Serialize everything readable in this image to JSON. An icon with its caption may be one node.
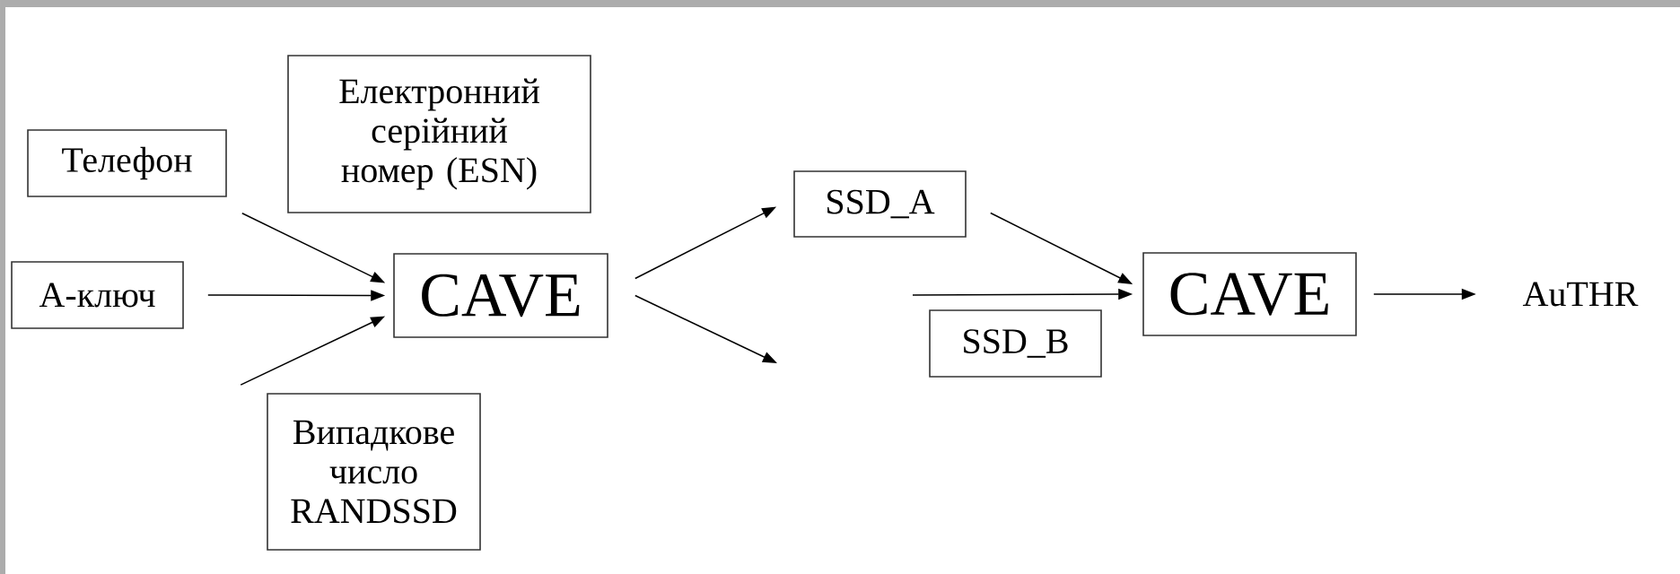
{
  "diagram": {
    "nodes": [
      {
        "text": [
          "Телефон"
        ]
      },
      {
        "text": [
          "Електронний серійний номер (ESN)"
        ]
      },
      {
        "text": [
          "А-ключ"
        ]
      },
      {
        "text": [
          "CAVE"
        ]
      },
      {
        "text": [
          "Випадкове число RANDSSD"
        ]
      },
      {
        "text": [
          "SSD_A"
        ]
      },
      {
        "text": [
          "SSD_B"
        ]
      },
      {
        "text": [
          "CAVE"
        ]
      },
      {
        "text": [
          "AuTHR"
        ]
      }
    ],
    "edges": [
      {
        "from": 0,
        "to": 3,
        "arrow": "to"
      },
      {
        "from": 2,
        "to": 3,
        "arrow": "to"
      },
      {
        "from": 4,
        "to": 3,
        "arrow": "to"
      },
      {
        "from": 3,
        "to": 5,
        "arrow": "to"
      },
      {
        "from": 3,
        "to": null,
        "arrow": "to"
      },
      {
        "from": 5,
        "to": 7,
        "arrow": "to"
      },
      {
        "from": null,
        "to": 7,
        "arrow": "to"
      },
      {
        "from": 7,
        "to": 8,
        "arrow": "to"
      }
    ]
  }
}
